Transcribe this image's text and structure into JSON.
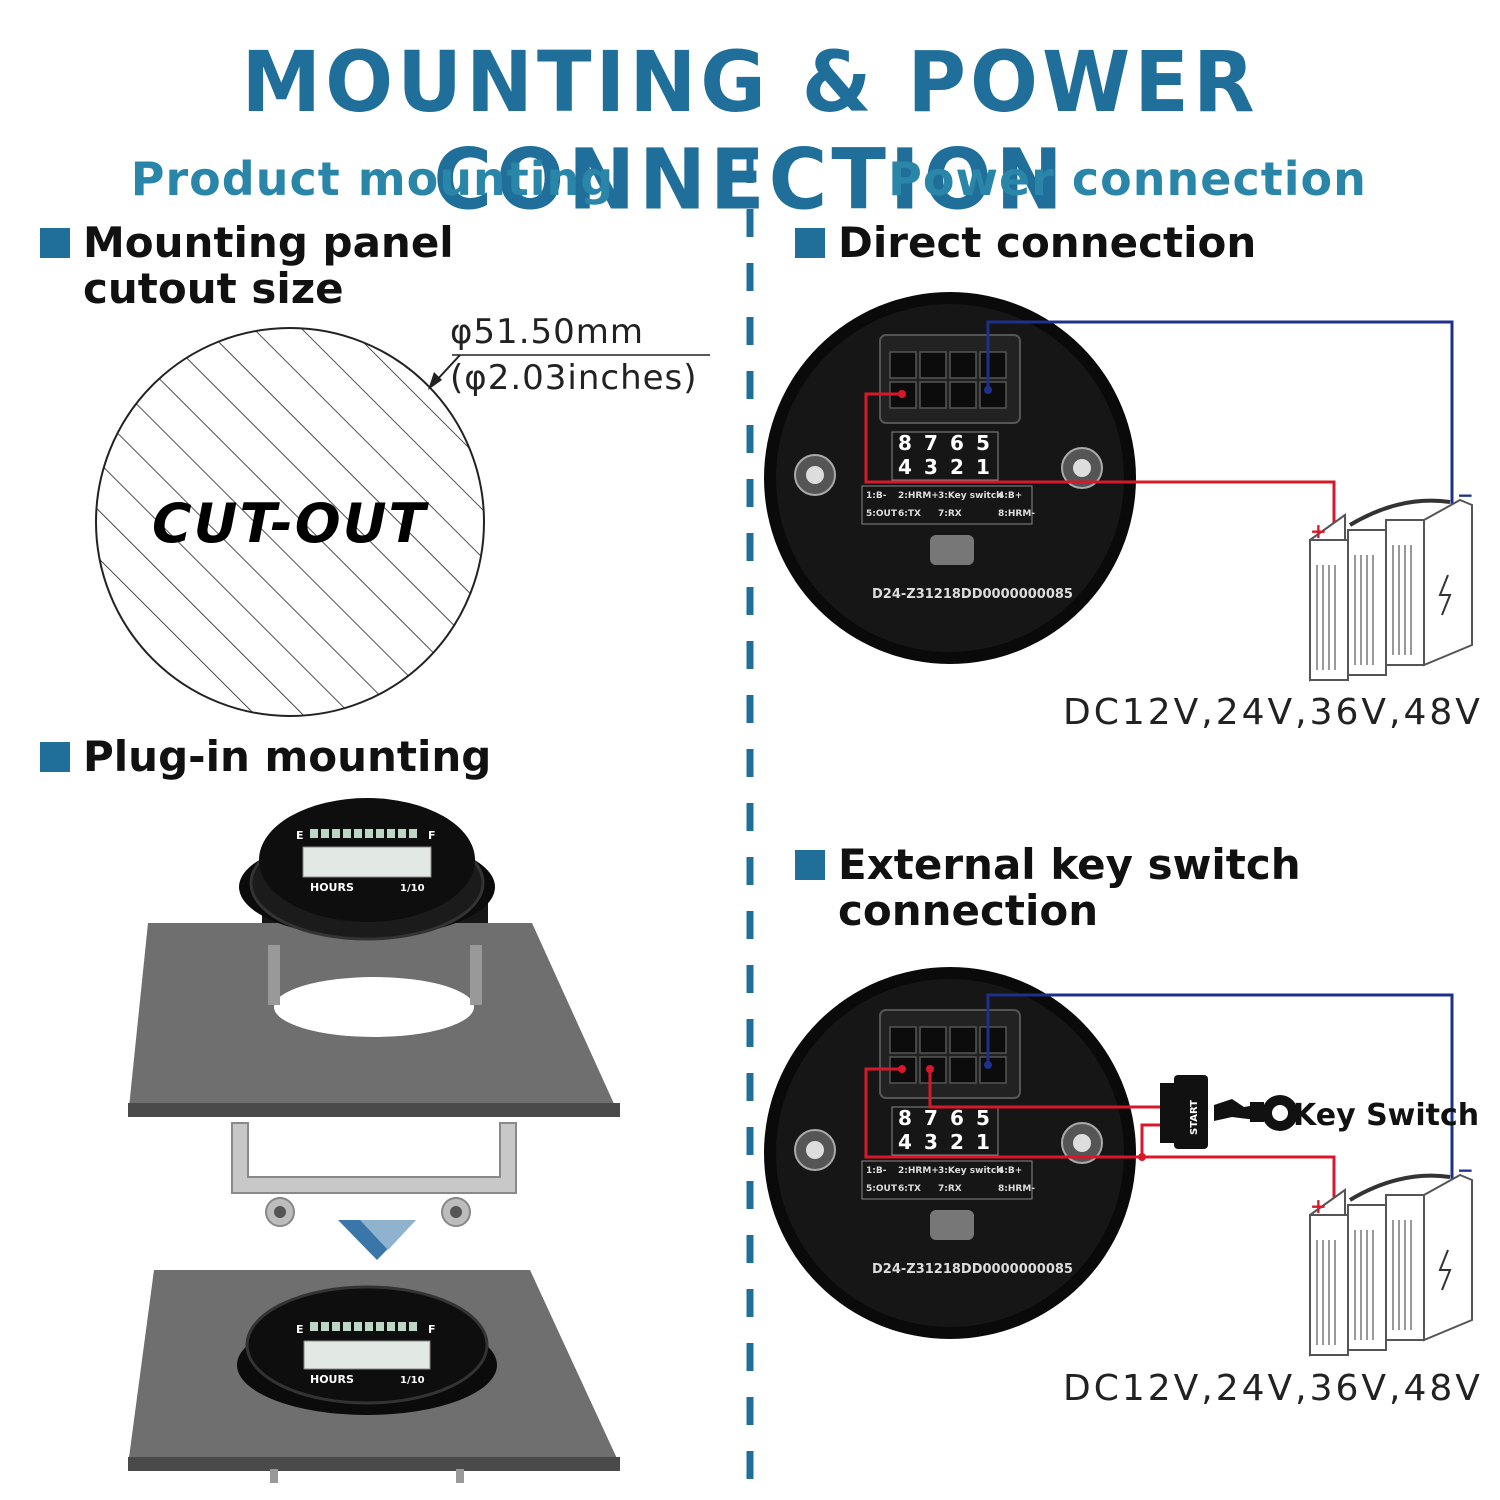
{
  "title": "MOUNTING & POWER CONNECTION",
  "left": {
    "heading": "Product mounting",
    "cutout": {
      "bullet_line1": "Mounting panel",
      "bullet_line2": "cutout size",
      "dimension_mm": "φ51.50mm",
      "dimension_in": "(φ2.03inches)",
      "label": "CUT-OUT"
    },
    "plug_in": {
      "bullet": "Plug-in mounting",
      "meter_e": "E",
      "meter_f": "F",
      "meter_hours": "HOURS",
      "meter_tenth": "1/10"
    }
  },
  "right": {
    "heading": "Power connection",
    "direct": {
      "bullet": "Direct connection",
      "voltage": "DC12V,24V,36V,48V"
    },
    "external": {
      "bullet_line1": "External key switch",
      "bullet_line2": "connection",
      "key_switch_label": "Key Switch",
      "start_label": "START",
      "voltage": "DC12V,24V,36V,48V"
    },
    "meter_back": {
      "pin_top": [
        "8",
        "7",
        "6",
        "5"
      ],
      "pin_bottom": [
        "4",
        "3",
        "2",
        "1"
      ],
      "legend_row1": [
        "1:B-",
        "2:HRM+",
        "3:Key switch",
        "4:B+"
      ],
      "legend_row2": [
        "5:OUT",
        "6:TX",
        "7:RX",
        "8:HRM-"
      ],
      "serial": "D24-Z31218DD0000000085"
    },
    "battery_plus": "+",
    "battery_minus": "−"
  },
  "colors": {
    "accent": "#1f6f9a",
    "heading": "#2a86a8",
    "wire_red": "#d8182a",
    "wire_blue": "#1e2f8c"
  }
}
